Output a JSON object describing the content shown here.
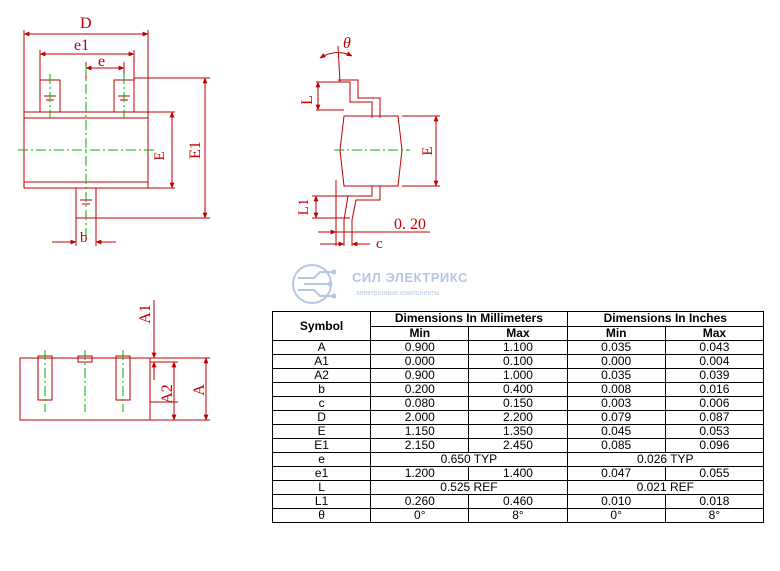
{
  "drawing": {
    "top_view": {
      "D": "D",
      "e1": "e1",
      "e": "e",
      "E": "E",
      "E1": "E1",
      "b": "b"
    },
    "side_view": {
      "theta": "θ",
      "L": "L",
      "E": "E",
      "L1": "L1",
      "gauge": "0. 20",
      "c": "c"
    },
    "front_view": {
      "A1": "A1",
      "A2": "A2",
      "A": "A"
    }
  },
  "watermark": {
    "title": "СИЛ ЭЛЕКТРИКС",
    "subtitle": "электронные компоненты"
  },
  "table": {
    "symbol_header": "Symbol",
    "mm_header": "Dimensions In Millimeters",
    "in_header": "Dimensions In Inches",
    "min": "Min",
    "max": "Max",
    "rows": [
      {
        "symbol": "A",
        "mm_min": "0.900",
        "mm_max": "1.100",
        "in_min": "0.035",
        "in_max": "0.043"
      },
      {
        "symbol": "A1",
        "mm_min": "0.000",
        "mm_max": "0.100",
        "in_min": "0.000",
        "in_max": "0.004"
      },
      {
        "symbol": "A2",
        "mm_min": "0.900",
        "mm_max": "1.000",
        "in_min": "0.035",
        "in_max": "0.039"
      },
      {
        "symbol": "b",
        "mm_min": "0.200",
        "mm_max": "0.400",
        "in_min": "0.008",
        "in_max": "0.016"
      },
      {
        "symbol": "c",
        "mm_min": "0.080",
        "mm_max": "0.150",
        "in_min": "0.003",
        "in_max": "0.006"
      },
      {
        "symbol": "D",
        "mm_min": "2.000",
        "mm_max": "2.200",
        "in_min": "0.079",
        "in_max": "0.087"
      },
      {
        "symbol": "E",
        "mm_min": "1.150",
        "mm_max": "1.350",
        "in_min": "0.045",
        "in_max": "0.053"
      },
      {
        "symbol": "E1",
        "mm_min": "2.150",
        "mm_max": "2.450",
        "in_min": "0.085",
        "in_max": "0.096"
      },
      {
        "symbol": "e",
        "mm_typ": "0.650 TYP",
        "in_typ": "0.026 TYP"
      },
      {
        "symbol": "e1",
        "mm_min": "1.200",
        "mm_max": "1.400",
        "in_min": "0.047",
        "in_max": "0.055"
      },
      {
        "symbol": "L",
        "mm_typ": "0.525 REF",
        "in_typ": "0.021 REF"
      },
      {
        "symbol": "L1",
        "mm_min": "0.260",
        "mm_max": "0.460",
        "in_min": "0.010",
        "in_max": "0.018"
      },
      {
        "symbol": "θ",
        "mm_min": "0°",
        "mm_max": "8°",
        "in_min": "0°",
        "in_max": "8°"
      }
    ]
  }
}
